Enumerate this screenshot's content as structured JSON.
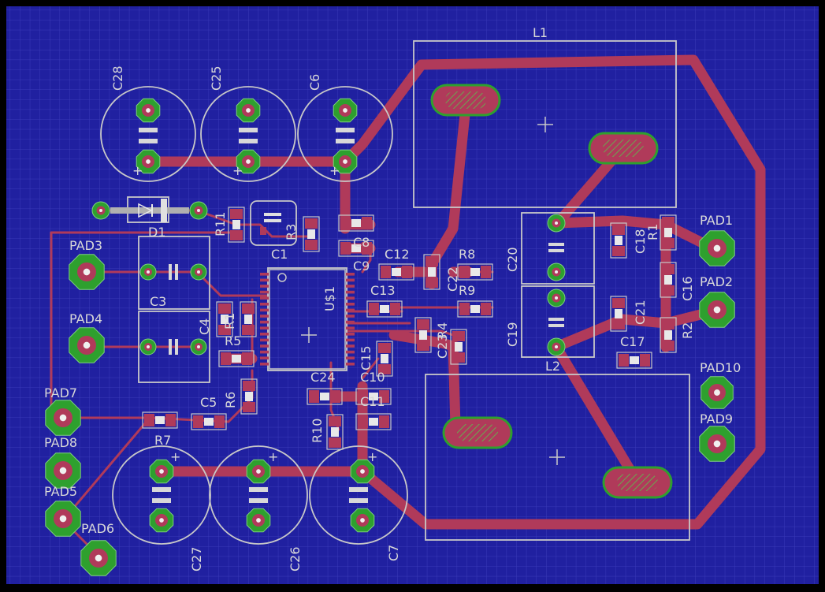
{
  "board": {
    "background_color": "#2020a0",
    "grid_color": "#3a3ab8",
    "trace_color": "#b03a5a",
    "pad_color": "#2ea02e",
    "silkscreen_color": "#d8d8d8"
  },
  "labels": {
    "L1": "L1",
    "L2": "L2",
    "C28": "C28",
    "C25": "C25",
    "C6": "C6",
    "C27": "C27",
    "C26": "C26",
    "C7": "C7",
    "D1": "D1",
    "R11": "R11",
    "R3": "R3",
    "C1": "C1",
    "C8": "C8",
    "C9": "C9",
    "C12": "C12",
    "C13": "C13",
    "C22": "C22",
    "R8": "R8",
    "R9": "R9",
    "U1": "U$1",
    "C15": "C15",
    "R4": "R4",
    "C23": "C23",
    "C24": "C24",
    "C10": "C10",
    "C11": "C11",
    "R10": "R10",
    "C3": "C3",
    "C4": "C4",
    "R1_left": "R1",
    "R5": "R5",
    "R6": "R6",
    "C5": "C5",
    "R7": "R7",
    "C20": "C20",
    "C19": "C19",
    "C18": "C18",
    "R1_right": "R1",
    "C16": "C16",
    "C21": "C21",
    "R2": "R2",
    "C17": "C17",
    "PAD1": "PAD1",
    "PAD2": "PAD2",
    "PAD3": "PAD3",
    "PAD4": "PAD4",
    "PAD5": "PAD5",
    "PAD6": "PAD6",
    "PAD7": "PAD7",
    "PAD8": "PAD8",
    "PAD9": "PAD9",
    "PAD10": "PAD10",
    "plus": "+"
  }
}
